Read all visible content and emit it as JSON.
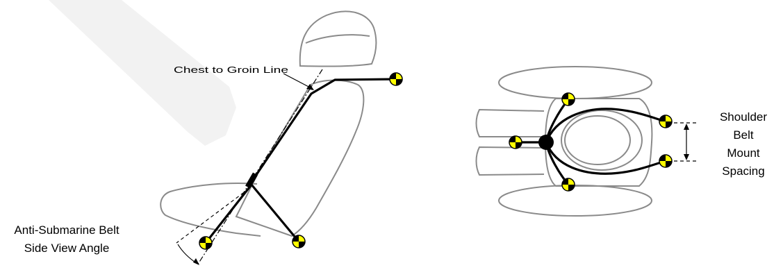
{
  "labels": {
    "chest_to_groin": "Chest to Groin Line",
    "anti_sub_line1": "Anti-Submarine Belt",
    "anti_sub_line2": "Side View Angle",
    "shoulder_line1": "Shoulder",
    "shoulder_line2": "Belt",
    "shoulder_line3": "Mount",
    "shoulder_line4": "Spacing"
  },
  "colors": {
    "outline": "#8a8a8a",
    "belt": "#000000",
    "marker_fill": "#ffff00",
    "watermark": "#f2f2f2"
  },
  "icons": [
    "crash-test-target-marker"
  ]
}
